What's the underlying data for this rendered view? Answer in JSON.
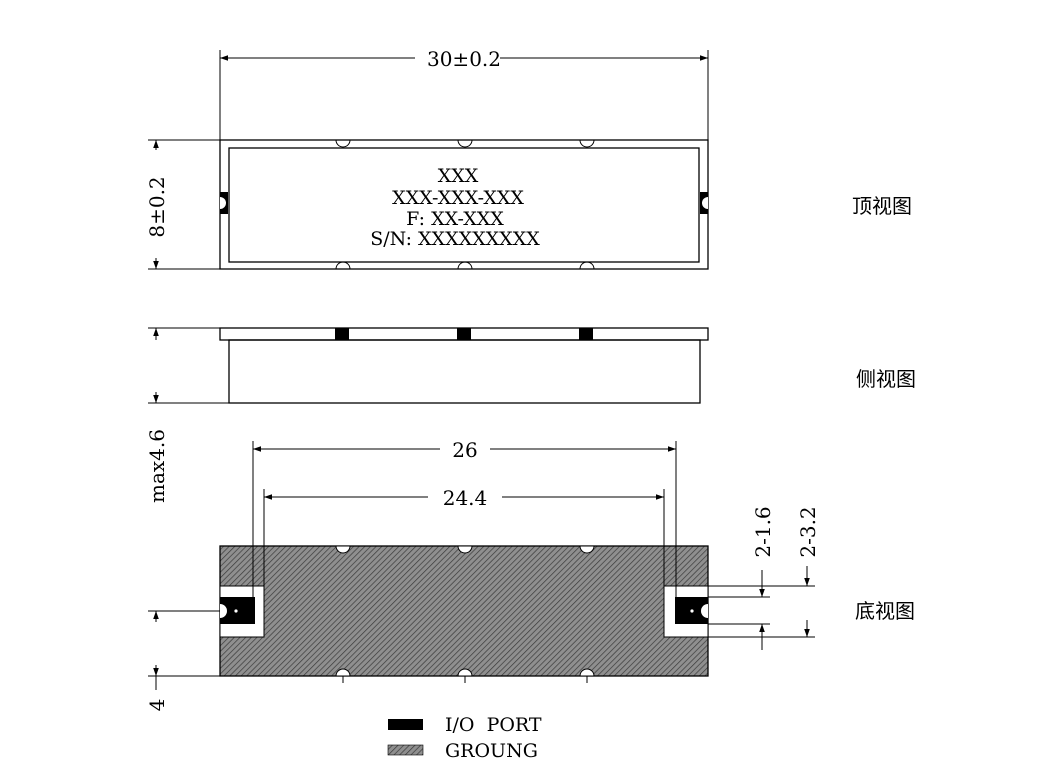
{
  "views": {
    "top": "顶视图",
    "side": "侧视图",
    "bottom": "底视图"
  },
  "label_lines": [
    "XXX",
    "XXX-XXX-XXX",
    "F: XX-XXX",
    "S/N: XXXXXXXXX"
  ],
  "dimensions": {
    "length": "30±0.2",
    "width": "8±0.2",
    "height": "max4.6",
    "pin_offset": "4",
    "outer_span": "26",
    "inner_span": "24.4",
    "pad_small": "2-1.6",
    "pad_large": "2-3.2"
  },
  "legend": {
    "io_port": "I/O  PORT",
    "ground": "GROUNG"
  },
  "colors": {
    "line": "#000000",
    "hatch_bg": "#8f8f8f"
  }
}
